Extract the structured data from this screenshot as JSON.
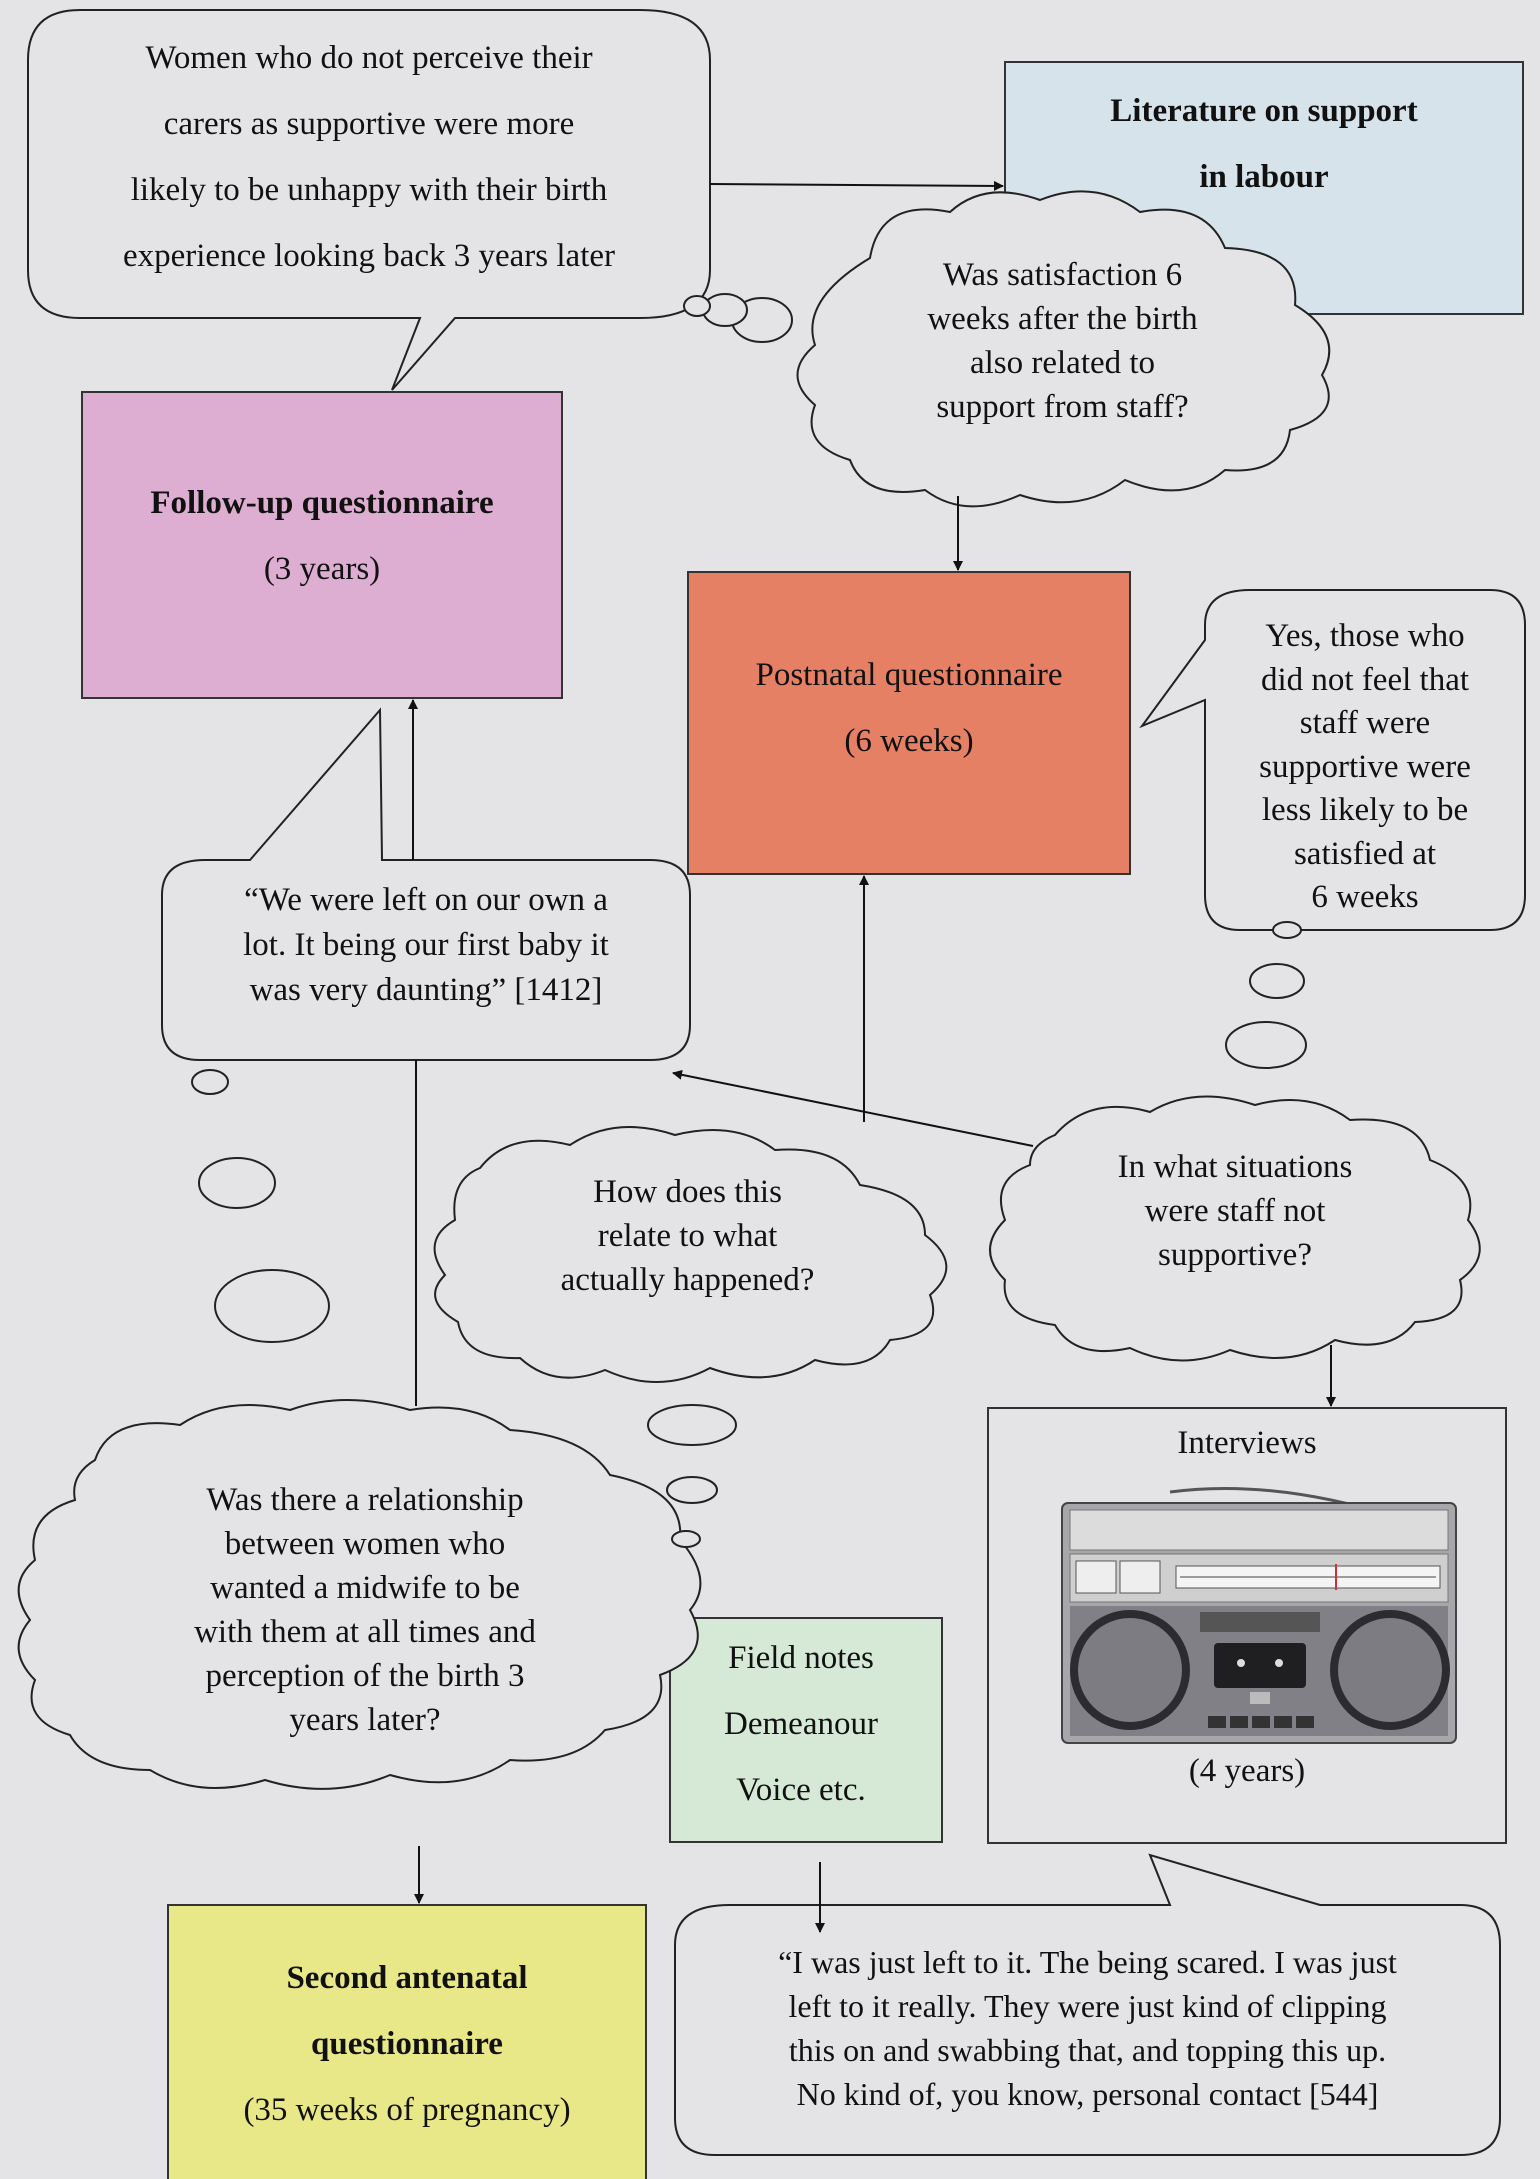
{
  "boxes": {
    "literature": {
      "lines": [
        "Literature on support",
        "in labour"
      ],
      "color": "#d7e3ea"
    },
    "followup": {
      "title": "Follow-up questionnaire",
      "sub": "(3 years)",
      "color": "#ddaed2"
    },
    "postnatal": {
      "title": "Postnatal questionnaire",
      "sub": "(6 weeks)",
      "color": "#e58065"
    },
    "interviews": {
      "title": "Interviews",
      "sub": "(4 years)",
      "color": "#e4e3e6"
    },
    "fieldnotes": {
      "lines": [
        "Field notes",
        "Demeanour",
        "Voice etc."
      ],
      "color": "#d6e9d6"
    },
    "antenatal": {
      "title_lines": [
        "Second antenatal",
        "questionnaire"
      ],
      "sub": "(35 weeks of pregnancy)",
      "color": "#e8e888"
    }
  },
  "speech": {
    "women_unhappy": [
      "Women who do not perceive their",
      "carers as supportive were more",
      "likely to be unhappy with their birth",
      "experience looking back 3 years later"
    ],
    "yes_those": [
      "Yes, those who",
      "did not feel that",
      "staff  were",
      "supportive were",
      "less likely to be",
      "satisfied at",
      "6 weeks"
    ],
    "quote_1412": [
      "“We were left on our own a",
      "lot. It being our first baby it",
      "was very daunting” [1412]"
    ],
    "quote_544": [
      "“I was just left to it. The being scared. I was just",
      "left to it really. They were just kind of clipping",
      "this on and swabbing that, and topping this up.",
      "No kind of, you know, personal contact [544]"
    ]
  },
  "thoughts": {
    "satisfaction": [
      "Was satisfaction 6",
      "weeks after the birth",
      "also related to",
      "support from staff?"
    ],
    "how_relate": [
      "How does this",
      "relate to what",
      "actually happened?"
    ],
    "situations": [
      "In what situations",
      "were staff not",
      "supportive?"
    ],
    "relationship": [
      "Was there a relationship",
      "between women who",
      "wanted a midwife to be",
      "with them at all times and",
      "perception of the birth 3",
      "years later?"
    ]
  },
  "icons": {
    "recorder": "cassette-recorder-icon"
  }
}
